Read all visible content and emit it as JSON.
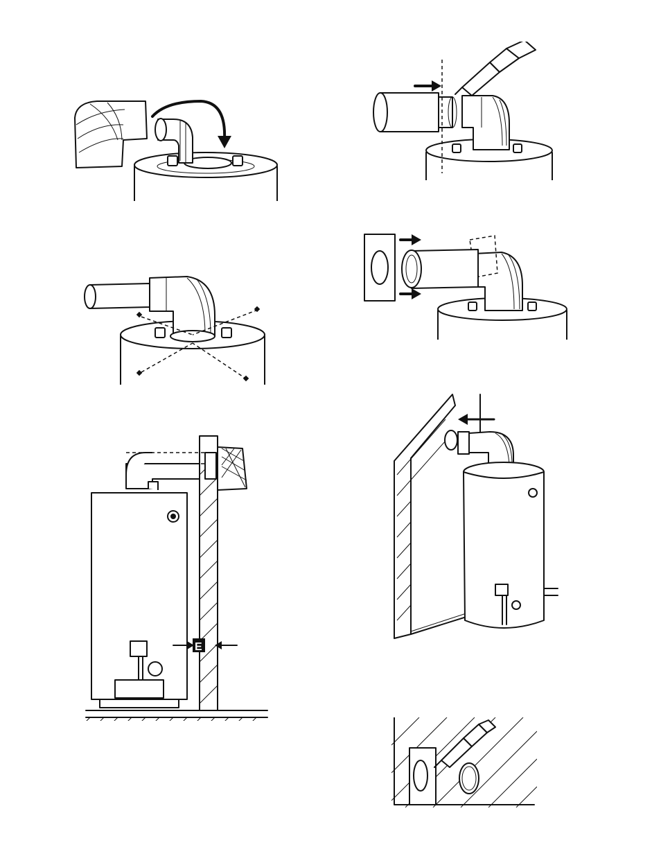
{
  "figures": [
    {
      "id": "elbow-placement",
      "caption": ""
    },
    {
      "id": "adapter-sealing",
      "caption": ""
    },
    {
      "id": "vent-pipe-attached",
      "caption": ""
    },
    {
      "id": "wall-plate-alignment",
      "caption": ""
    },
    {
      "id": "side-view-installation",
      "caption": "",
      "dimension_marker": "E"
    },
    {
      "id": "wall-installation-perspective",
      "caption": ""
    },
    {
      "id": "wall-sealing",
      "caption": ""
    }
  ]
}
